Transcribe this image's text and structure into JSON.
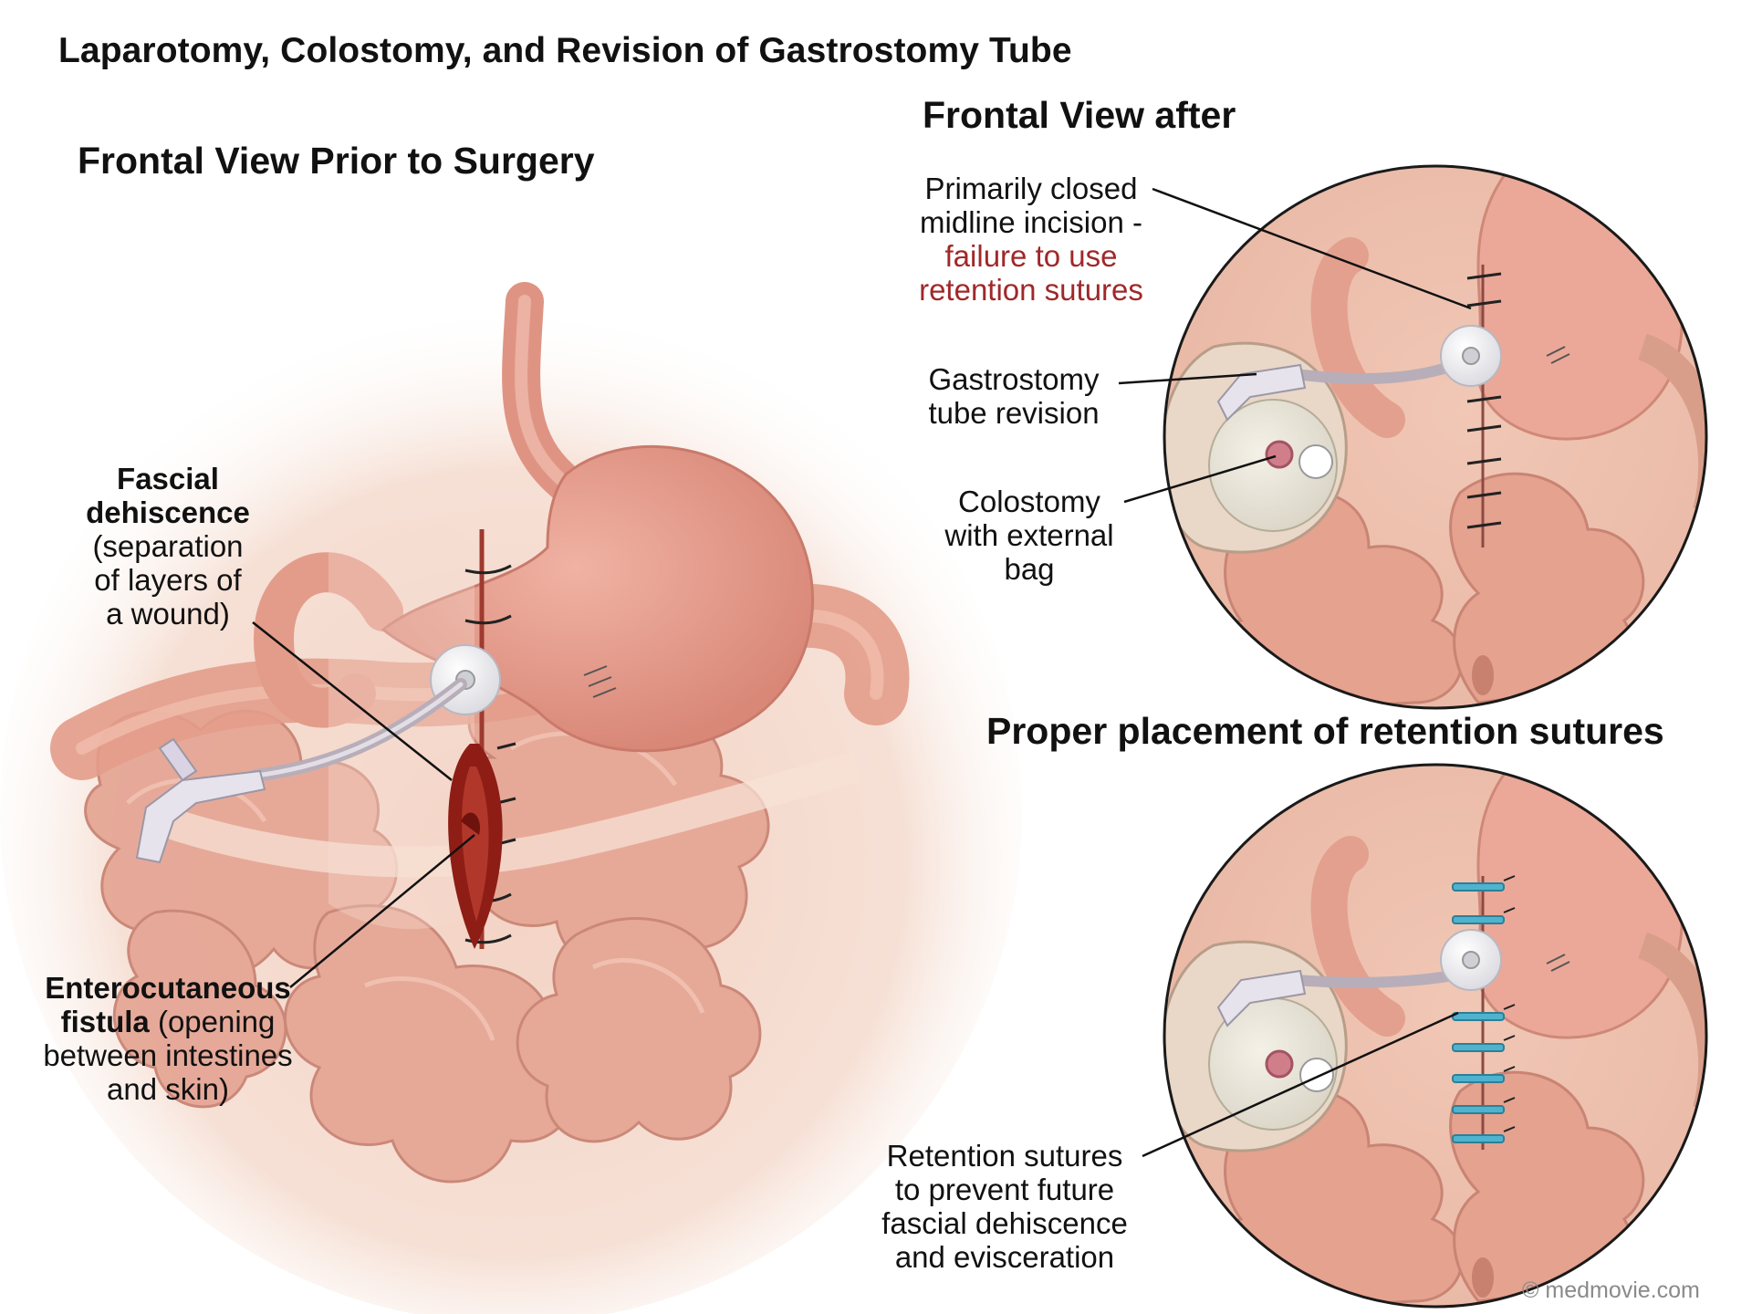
{
  "title": "Laparotomy, Colostomy, and Revision of Gastrostomy Tube",
  "panels": {
    "before": {
      "heading": "Frontal View Prior to Surgery"
    },
    "after": {
      "heading": "Frontal View after"
    },
    "proper": {
      "heading": "Proper placement of retention sutures"
    }
  },
  "labels": {
    "fascial_dehiscence": {
      "term_line1": "Fascial",
      "term_line2": "dehiscence",
      "desc_line1": "(separation",
      "desc_line2": "of layers of",
      "desc_line3": "a wound)"
    },
    "enterocutaneous_fistula": {
      "term_line1": "Enterocutaneous",
      "term_line2": "fistula",
      "desc_after_term": " (opening",
      "desc_line3": "between intestines",
      "desc_line4": "and skin)"
    },
    "primarily_closed": {
      "line1": "Primarily closed",
      "line2": "midline incision -",
      "line3_red": "failure to use",
      "line4_red": "retention sutures"
    },
    "gastrostomy_tube": {
      "line1": "Gastrostomy",
      "line2": "tube revision"
    },
    "colostomy": {
      "line1": "Colostomy",
      "line2": "with external",
      "line3": "bag"
    },
    "retention_sutures": {
      "line1": "Retention sutures",
      "line2": "to prevent future",
      "line3": "fascial dehiscence",
      "line4": "and evisceration"
    }
  },
  "copyright": "© medmovie.com",
  "colors": {
    "skin": "#f2d3c4",
    "intestine": "#e7a796",
    "stomach": "#e69a8a",
    "wound": "#8e1d16",
    "label_red": "#a0282a",
    "retention_bolster": "#4fb3cf"
  }
}
